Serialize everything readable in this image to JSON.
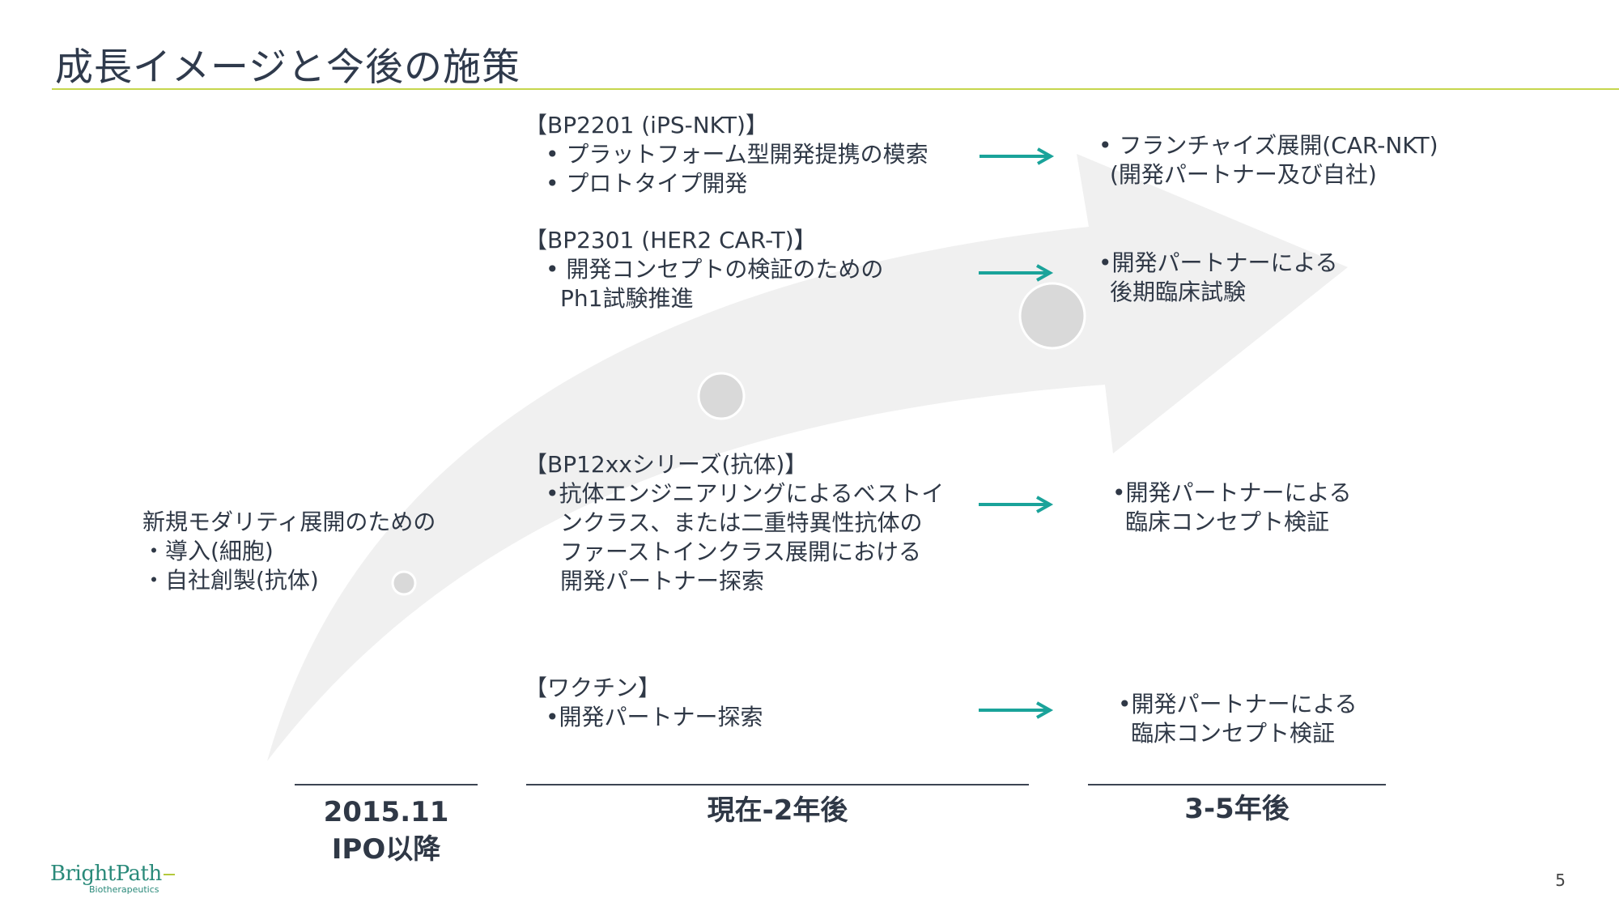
{
  "title": "成長イメージと今後の施策",
  "left_block": {
    "lines": [
      "新規モダリティ展開のための",
      "・導入(細胞)",
      "・自社創製(抗体)"
    ]
  },
  "mid_blocks": [
    {
      "heading": "【BP2201 (iPS-NKT)】",
      "lines": [
        "• プラットフォーム型開発提携の模索",
        "• プロトタイプ開発"
      ]
    },
    {
      "heading": "【BP2301 (HER2 CAR-T)】",
      "lines": [
        "• 開発コンセプトの検証のための",
        "Ph1試験推進"
      ]
    },
    {
      "heading": "【BP12xxシリーズ(抗体)】",
      "lines": [
        "•抗体エンジニアリングによるベストイ",
        "ンクラス、または二重特異性抗体の",
        "ファーストインクラス展開における",
        "開発パートナー探索"
      ]
    },
    {
      "heading": "【ワクチン】",
      "lines": [
        "•開発パートナー探索"
      ]
    }
  ],
  "right_blocks": [
    {
      "lines": [
        "• フランチャイズ展開(CAR-NKT)",
        "(開発パートナー及び自社)"
      ]
    },
    {
      "lines": [
        "•開発パートナーによる",
        "後期臨床試験"
      ]
    },
    {
      "lines": [
        "•開発パートナーによる",
        "臨床コンセプト検証"
      ]
    },
    {
      "lines": [
        "•開発パートナーによる",
        "臨床コンセプト検証"
      ]
    }
  ],
  "columns": [
    {
      "label_lines": [
        "2015.11",
        "IPO以降"
      ]
    },
    {
      "label_lines": [
        "現在-2年後"
      ]
    },
    {
      "label_lines": [
        "3-5年後"
      ]
    }
  ],
  "footer": {
    "logo_main": "BrightPath",
    "logo_sub": "Biotherapeutics",
    "page_number": "5"
  },
  "colors": {
    "accent_teal": "#1aa39a",
    "title_rule": "#c6d64d",
    "background_arrow": "#f0f0f0",
    "milestone_circle": "#d9d9d9",
    "text": "#2f3846"
  }
}
